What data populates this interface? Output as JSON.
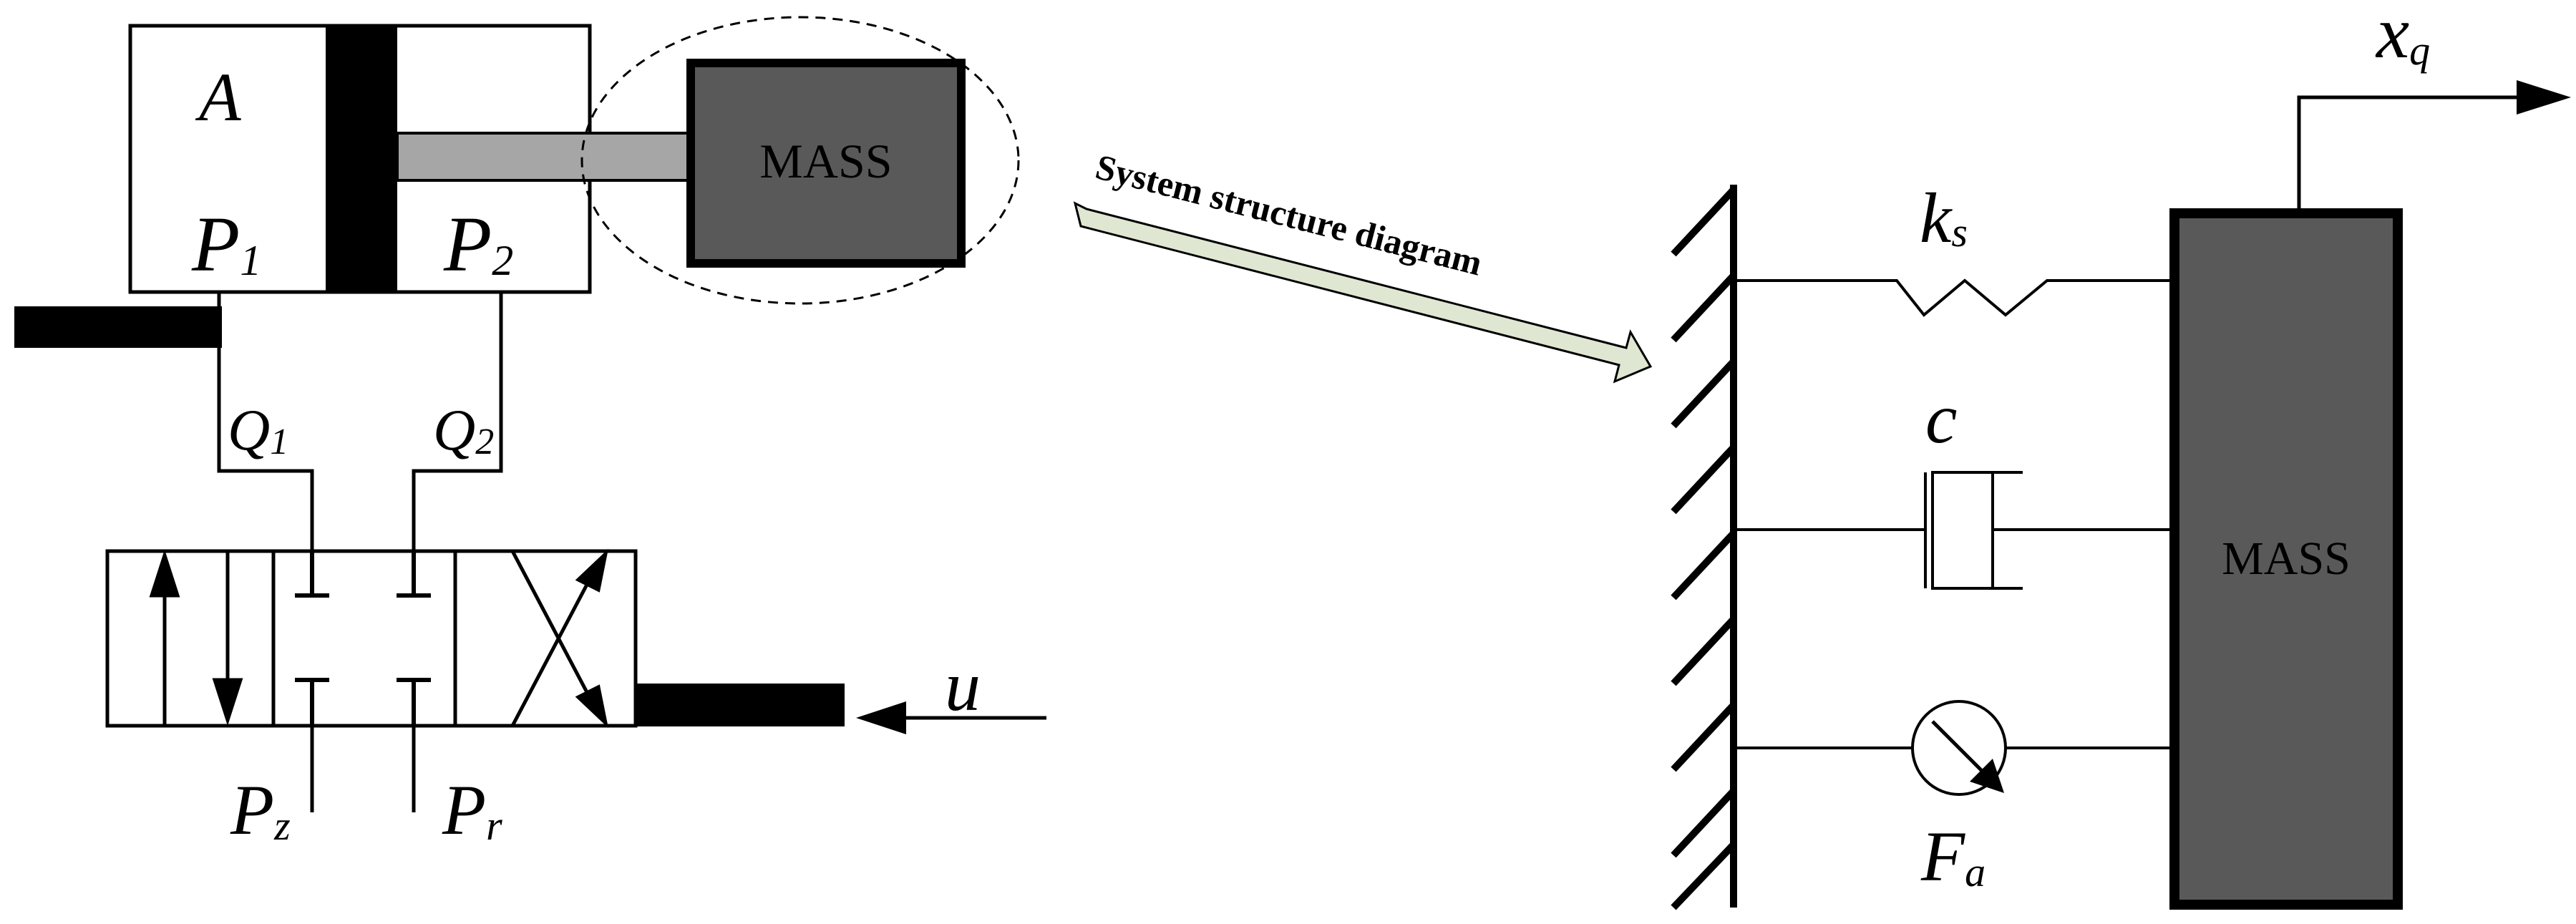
{
  "left": {
    "cylinder": {
      "area_label": "A",
      "chamber1": {
        "main": "P",
        "sub": "1"
      },
      "chamber2": {
        "main": "P",
        "sub": "2"
      },
      "mass_label": "MASS"
    },
    "flows": {
      "q1": {
        "main": "Q",
        "sub": "1"
      },
      "q2": {
        "main": "Q",
        "sub": "2"
      }
    },
    "valve": {
      "supply": {
        "main": "P",
        "sub": "z"
      },
      "return": {
        "main": "P",
        "sub": "r"
      },
      "input": "u"
    }
  },
  "transition": {
    "label": "System structure diagram"
  },
  "right": {
    "spring": {
      "main": "k",
      "sub": "s"
    },
    "damper": "c",
    "force": {
      "main": "F",
      "sub": "a"
    },
    "mass_label": "MASS",
    "displacement": {
      "main": "x",
      "sub": "q"
    }
  },
  "colors": {
    "mass_fill": "#595959",
    "rod_fill": "#a6a6a6",
    "arrow_fill": "#dfe7d3",
    "line": "#000000"
  }
}
